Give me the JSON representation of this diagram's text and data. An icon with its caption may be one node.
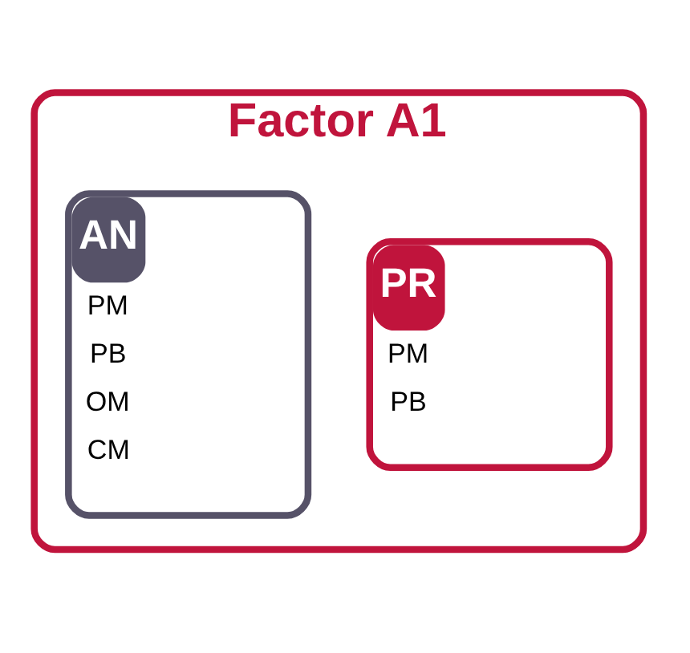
{
  "diagram": {
    "nodes": [
      {
        "text": [
          "Factor A1"
        ]
      },
      {
        "text": [
          "PR",
          "PM",
          "PB"
        ],
        "in": 0
      },
      {
        "text": [
          "AN",
          "PM",
          "PB",
          "OM",
          "CM"
        ],
        "in": 0
      }
    ],
    "edges": []
  }
}
